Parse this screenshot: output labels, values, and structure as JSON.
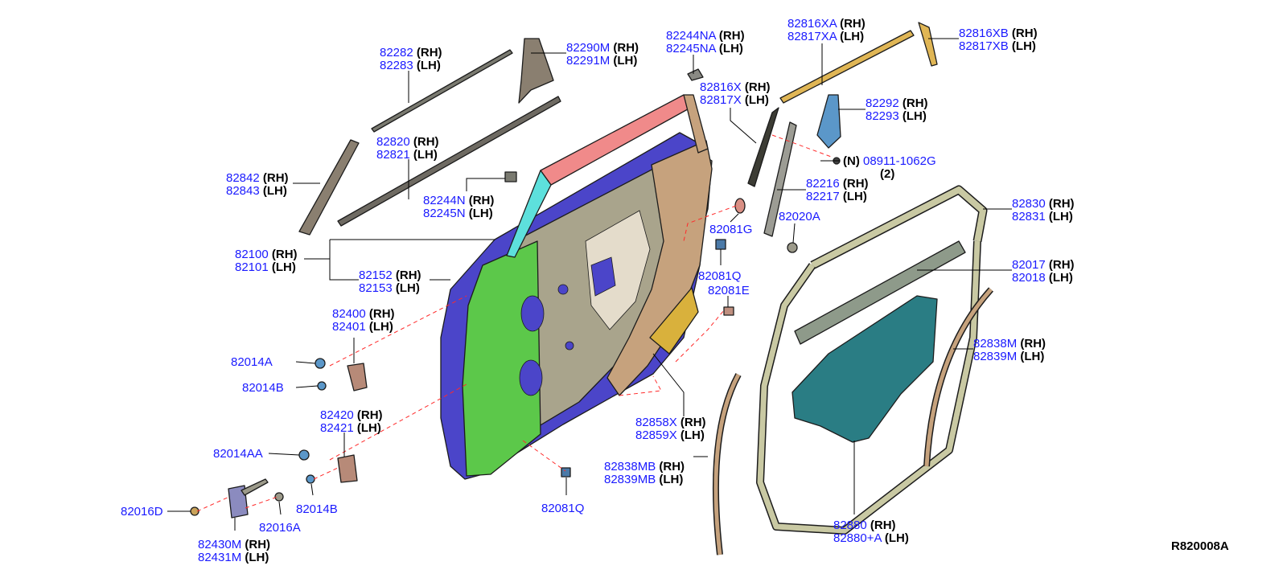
{
  "reference_code": "R820008A",
  "colors": {
    "part_number": "#1a1aff",
    "side_label": "#000000",
    "dashed_leader": "#ff2a2a",
    "outer_panel": "#4b45c9",
    "hinge_pillar": "#5cc84a",
    "inner_panel": "#a9a48c",
    "sash_frame": "#c6a27d",
    "belt_seal": "#f08a8a",
    "sash_front": "#5de0dc",
    "weatherstrip": "#c9c9a3",
    "water_shield": "#2a7d84",
    "sealer_pad": "#d9b13c",
    "corner_finisher": "#5b97c9",
    "gold_strip": "#e0b655"
  },
  "callouts": {
    "c82282": {
      "pn1": "82282",
      "s1": "(RH)",
      "pn2": "82283",
      "s2": "(LH)"
    },
    "c82290": {
      "pn1": "82290M",
      "s1": "(RH)",
      "pn2": "82291M",
      "s2": "(LH)"
    },
    "c82244na": {
      "pn1": "82244NA",
      "s1": "(RH)",
      "pn2": "82245NA",
      "s2": "(LH)"
    },
    "c82816xa": {
      "pn1": "82816XA",
      "s1": "(RH)",
      "pn2": "82817XA",
      "s2": "(LH)"
    },
    "c82816xb": {
      "pn1": "82816XB",
      "s1": "(RH)",
      "pn2": "82817XB",
      "s2": "(LH)"
    },
    "c82816x": {
      "pn1": "82816X",
      "s1": "(RH)",
      "pn2": "82817X",
      "s2": "(LH)"
    },
    "c82292": {
      "pn1": "82292",
      "s1": "(RH)",
      "pn2": "82293",
      "s2": "(LH)"
    },
    "c08911": {
      "prefix": "(N)",
      "pn": "08911-1062G",
      "qty": "(2)"
    },
    "c82820": {
      "pn1": "82820",
      "s1": "(RH)",
      "pn2": "82821",
      "s2": "(LH)"
    },
    "c82842": {
      "pn1": "82842",
      "s1": "(RH)",
      "pn2": "82843",
      "s2": "(LH)"
    },
    "c82244n": {
      "pn1": "82244N",
      "s1": "(RH)",
      "pn2": "82245N",
      "s2": "(LH)"
    },
    "c82216": {
      "pn1": "82216",
      "s1": "(RH)",
      "pn2": "82217",
      "s2": "(LH)"
    },
    "c82830": {
      "pn1": "82830",
      "s1": "(RH)",
      "pn2": "82831",
      "s2": "(LH)"
    },
    "c82100": {
      "pn1": "82100",
      "s1": "(RH)",
      "pn2": "82101",
      "s2": "(LH)"
    },
    "c82152": {
      "pn1": "82152",
      "s1": "(RH)",
      "pn2": "82153",
      "s2": "(LH)"
    },
    "c82017": {
      "pn1": "82017",
      "s1": "(RH)",
      "pn2": "82018",
      "s2": "(LH)"
    },
    "c82400": {
      "pn1": "82400",
      "s1": "(RH)",
      "pn2": "82401",
      "s2": "(LH)"
    },
    "c82838m": {
      "pn1": "82838M",
      "s1": "(RH)",
      "pn2": "82839M",
      "s2": "(LH)"
    },
    "c82420": {
      "pn1": "82420",
      "s1": "(RH)",
      "pn2": "82421",
      "s2": "(LH)"
    },
    "c82858x": {
      "pn1": "82858X",
      "s1": "(RH)",
      "pn2": "82859X",
      "s2": "(LH)"
    },
    "c82838mb": {
      "pn1": "82838MB",
      "s1": "(RH)",
      "pn2": "82839MB",
      "s2": "(LH)"
    },
    "c82430m": {
      "pn1": "82430M",
      "s1": "(RH)",
      "pn2": "82431M",
      "s2": "(LH)"
    },
    "c82880": {
      "pn1": "82880",
      "s1": "(RH)",
      "pn2": "82880+A",
      "s2": "(LH)"
    }
  },
  "single_labels": {
    "p82081g": "82081G",
    "p82020a": "82020A",
    "p82081q_top": "82081Q",
    "p82081e": "82081E",
    "p82014a": "82014A",
    "p82014b_top": "82014B",
    "p82014aa": "82014AA",
    "p82014b_bottom": "82014B",
    "p82016d": "82016D",
    "p82016a": "82016A",
    "p82081q_bottom": "82081Q"
  }
}
